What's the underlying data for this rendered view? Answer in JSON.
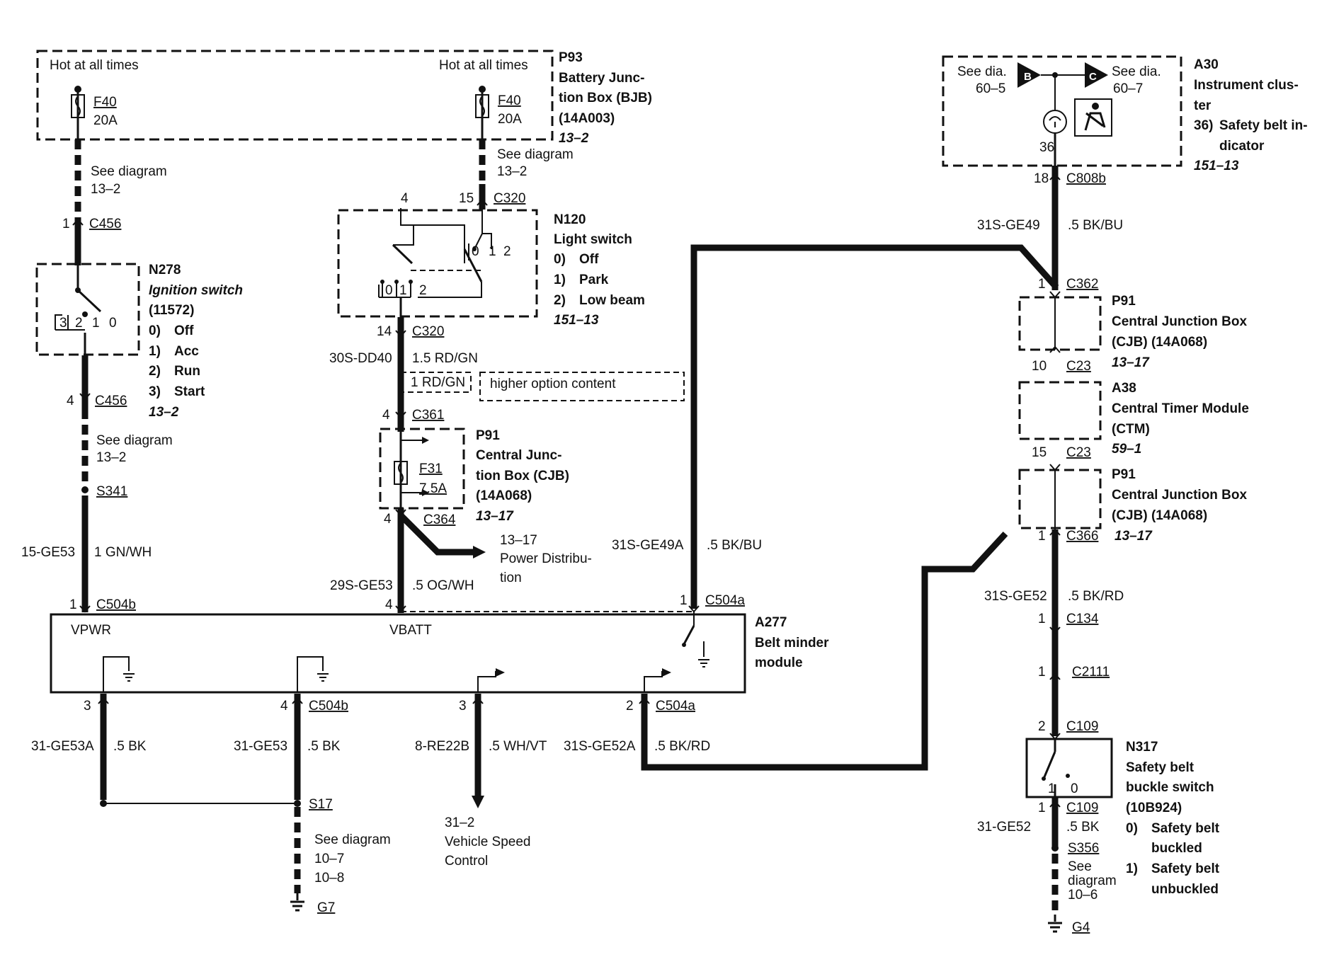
{
  "p93": {
    "hot_left": "Hot at all times",
    "hot_right": "Hot at all times",
    "fuse_left": {
      "name": "F40",
      "rating": "20A"
    },
    "fuse_right": {
      "name": "F40",
      "rating": "20A"
    },
    "id": "P93",
    "title_lines": [
      "Battery Junc-",
      "tion Box (BJB)",
      "(14A003)"
    ],
    "ref": "13–2"
  },
  "left_path": {
    "see_diagram": [
      "See diagram",
      "13–2"
    ],
    "c456_pin_top": "1",
    "c456_top": "C456",
    "c456_pin_bottom": "4",
    "c456_bottom": "C456",
    "see_diagram_2": [
      "See diagram",
      "13–2"
    ],
    "splice": "S341",
    "circuit": "15-GE53",
    "wire": "1 GN/WH",
    "c504b_pin": "1",
    "c504b": "C504b"
  },
  "n278": {
    "id": "N278",
    "title_lines": [
      "Ignition switch",
      "(11572)"
    ],
    "positions": [
      {
        "num": "0)",
        "label": "Off"
      },
      {
        "num": "1)",
        "label": "Acc"
      },
      {
        "num": "2)",
        "label": "Run"
      },
      {
        "num": "3)",
        "label": "Start"
      }
    ],
    "ref": "13–2",
    "contacts": [
      "3",
      "2",
      "1",
      "0"
    ]
  },
  "mid_path": {
    "see_diagram": [
      "See diagram",
      "13–2"
    ],
    "pin_4": "4",
    "pin_15": "15",
    "c320_top": "C320",
    "pin_14": "14",
    "c320_bottom": "C320",
    "circuit_top": "30S-DD40",
    "wire_top": "1.5 RD/GN",
    "wire_option": "1 RD/GN",
    "option_note": "higher option content",
    "c361_pin": "4",
    "c361": "C361",
    "c364_pin": "4",
    "c364": "C364",
    "power_ref": "13–17",
    "power_text": [
      "Power Distribu-",
      "tion"
    ],
    "circuit_bottom": "29S-GE53",
    "wire_bottom": ".5 OG/WH",
    "c504b_pin": "4"
  },
  "n120": {
    "id": "N120",
    "title": "Light switch",
    "positions": [
      {
        "num": "0)",
        "label": "Off"
      },
      {
        "num": "1)",
        "label": "Park"
      },
      {
        "num": "2)",
        "label": "Low beam"
      }
    ],
    "ref": "151–13",
    "contacts_left": [
      "0",
      "1",
      "2"
    ],
    "contacts_right": [
      "0",
      "1",
      "2"
    ]
  },
  "p91_fuse": {
    "id": "P91",
    "title_lines": [
      "Central Junc-",
      "tion Box (CJB)",
      "(14A068)"
    ],
    "ref": "13–17",
    "fuse": {
      "name": "F31",
      "rating": "7.5A"
    }
  },
  "a277": {
    "id": "A277",
    "title_lines": [
      "Belt minder",
      "module"
    ],
    "vpwr": "VPWR",
    "vbatt": "VBATT",
    "c504a_pin_top": "1",
    "c504a_top": "C504a",
    "circuit_49a": "31S-GE49A",
    "wire_49a": ".5 BK/BU",
    "bottom_pins": [
      {
        "pin": "3",
        "connector": "",
        "circuit": "31-GE53A",
        "wire": ".5 BK"
      },
      {
        "pin": "4",
        "connector": "C504b",
        "circuit": "31-GE53",
        "wire": ".5 BK"
      },
      {
        "pin": "3",
        "connector": "",
        "circuit": "8-RE22B",
        "wire": ".5 WH/VT"
      },
      {
        "pin": "2",
        "connector": "C504a",
        "circuit": "31S-GE52A",
        "wire": ".5 BK/RD"
      }
    ]
  },
  "ground_g7": {
    "splice": "S17",
    "see_diagram": [
      "See diagram",
      "10–7",
      "10–8"
    ],
    "ground": "G7"
  },
  "vsc": {
    "ref": "31–2",
    "lines": [
      "Vehicle Speed",
      "Control"
    ]
  },
  "a30": {
    "see_b": [
      "See dia.",
      "60–5"
    ],
    "see_c": [
      "See dia.",
      "60–7"
    ],
    "b_label": "B",
    "c_label": "C",
    "pin_36": "36",
    "id": "A30",
    "title_lines": [
      "Instrument clus-",
      "ter"
    ],
    "item_num": "36)",
    "item_lines": [
      "Safety belt in-",
      "dicator"
    ],
    "ref": "151–13"
  },
  "right_path": {
    "c808b_pin": "18",
    "c808b": "C808b",
    "circuit_49": "31S-GE49",
    "wire_49": ".5 BK/BU",
    "c362_pin": "1",
    "c362": "C362",
    "c23_pin_top": "10",
    "c23_top": "C23",
    "c23_pin_bottom": "15",
    "c23_bottom": "C23",
    "c366_pin": "1",
    "c366": "C366",
    "c366_ref": "13–17",
    "circuit_52": "31S-GE52",
    "wire_52": ".5 BK/RD",
    "c134_pin": "1",
    "c134": "C134",
    "c2111_pin": "1",
    "c2111": "C2111",
    "c109_pin_top": "2",
    "c109_top": "C109",
    "c109_pin_bottom": "1",
    "c109_bottom": "C109",
    "circuit_ground": "31-GE52",
    "wire_ground": ".5 BK",
    "splice": "S356",
    "see_diagram": [
      "See",
      "diagram",
      "10–6"
    ],
    "ground": "G4"
  },
  "p91_upper": {
    "id": "P91",
    "title_lines": [
      "Central Junction Box",
      "(CJB) (14A068)"
    ],
    "ref": "13–17"
  },
  "a38": {
    "id": "A38",
    "title_lines": [
      "Central Timer Module",
      "(CTM)"
    ],
    "ref": "59–1"
  },
  "p91_lower": {
    "id": "P91",
    "title_lines": [
      "Central Junction Box",
      "(CJB) (14A068)"
    ]
  },
  "n317": {
    "id": "N317",
    "title_lines": [
      "Safety belt",
      "buckle switch",
      "(10B924)"
    ],
    "contacts": [
      "1",
      "0"
    ],
    "positions": [
      {
        "num": "0)",
        "lines": [
          "Safety belt",
          "buckled"
        ]
      },
      {
        "num": "1)",
        "lines": [
          "Safety belt",
          "unbuckled"
        ]
      }
    ]
  }
}
